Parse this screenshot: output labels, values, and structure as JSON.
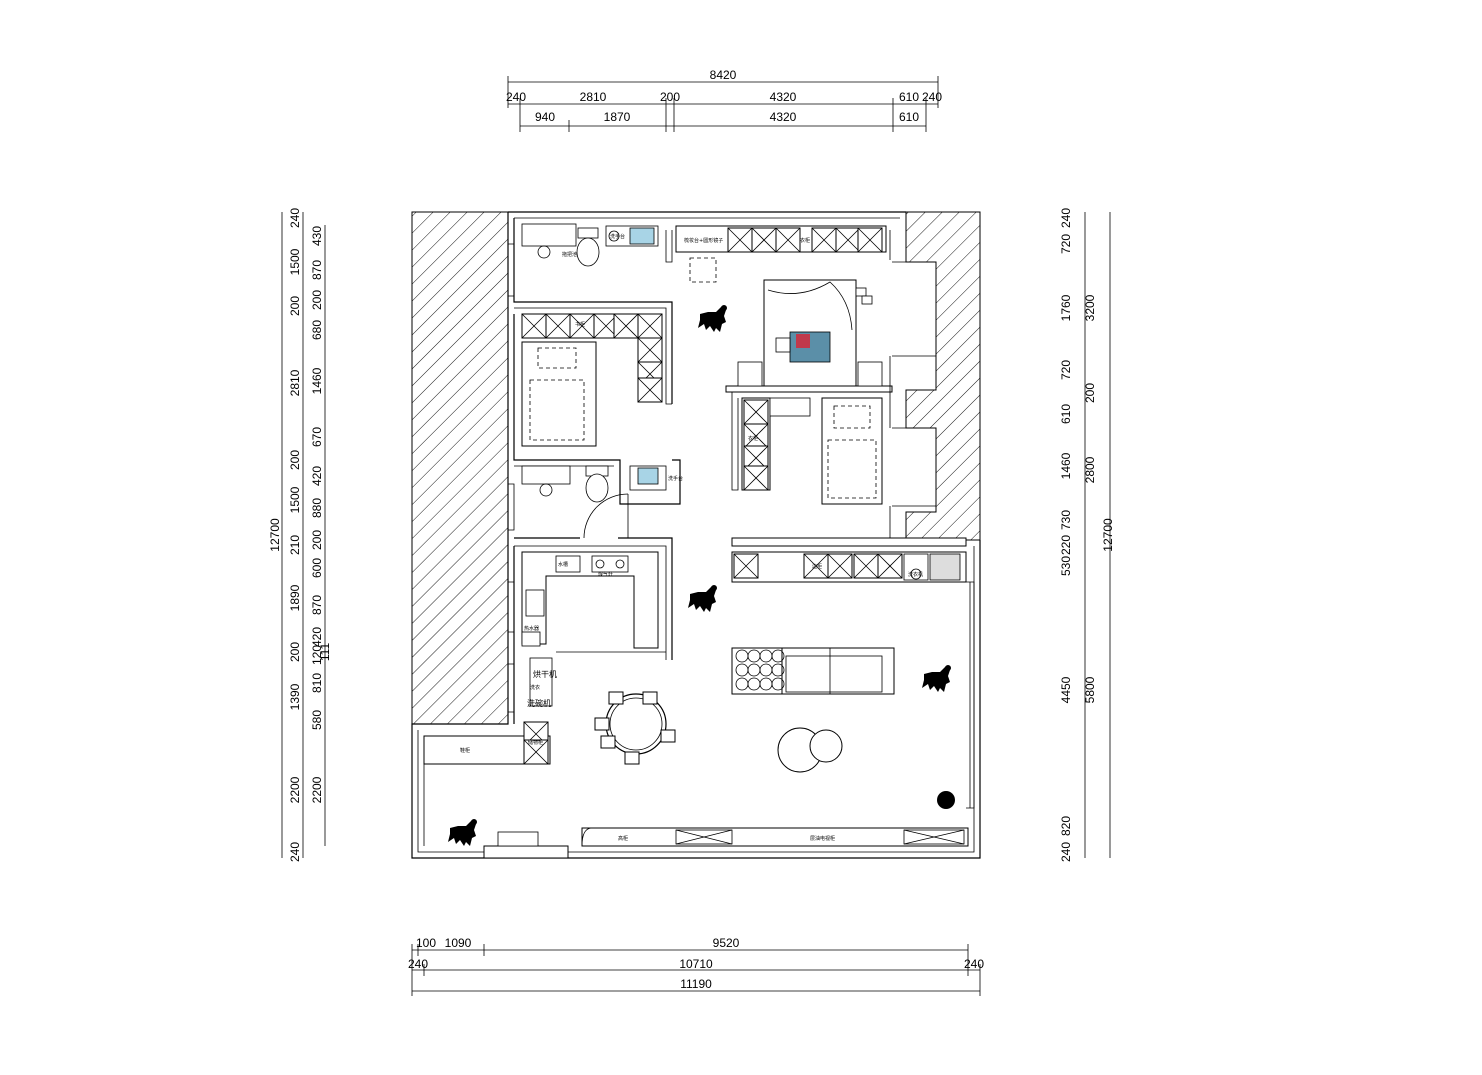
{
  "top_dims": {
    "row1": [
      "8420"
    ],
    "row2": [
      "240",
      "2810",
      "200",
      "4320",
      "610",
      "240"
    ],
    "row3": [
      "940",
      "1870",
      "4320",
      "610"
    ]
  },
  "bottom_dims": {
    "row1": [
      "100",
      "1090",
      "9520"
    ],
    "row2": [
      "240",
      "10710",
      "240"
    ],
    "row3": [
      "11190"
    ]
  },
  "left_dims": {
    "outer": "12700",
    "col2": [
      "240",
      "1500",
      "200",
      "2810",
      "200",
      "1500",
      "210",
      "1890",
      "200",
      "1390",
      "2200",
      "240"
    ],
    "col3": [
      "430",
      "870",
      "200",
      "680",
      "1460",
      "670",
      "420",
      "880",
      "200",
      "600",
      "870",
      "420",
      "120",
      "810",
      "580",
      "2200"
    ],
    "extra": "111"
  },
  "right_dims": {
    "outer": "12700",
    "col1": [
      "240",
      "720",
      "1760",
      "720",
      "610",
      "1460",
      "730",
      "220",
      "530",
      "4450",
      "820",
      "240"
    ],
    "col2": [
      "3200",
      "200",
      "2800",
      "5800"
    ]
  },
  "labels": {
    "fridge": "冰箱",
    "dryer": "烘干机",
    "dishwasher": "洗碗机",
    "stove": "煤气灶",
    "dressing": "梳妆台+圆形镜子",
    "tv_cabinet": "层油电视柜",
    "wardrobe": "衣柜",
    "shoe_cabinet": "鞋柜",
    "storage": "储物柜",
    "water_heater": "热水器",
    "sink": "水槽",
    "wash": "洗衣机",
    "basin": "洗手台",
    "mop": "拖把池",
    "bookcase": "书柜",
    "washer_small": "洗衣",
    "locker": "储物",
    "balcony_cab": "阳台柜",
    "side_cab": "边柜",
    "tall_cab": "高柜"
  },
  "colors": {
    "line": "#000000",
    "water": "#a8d4e6",
    "accent_red": "#c0394b",
    "accent_teal": "#5b8fa8",
    "background": "#ffffff"
  }
}
